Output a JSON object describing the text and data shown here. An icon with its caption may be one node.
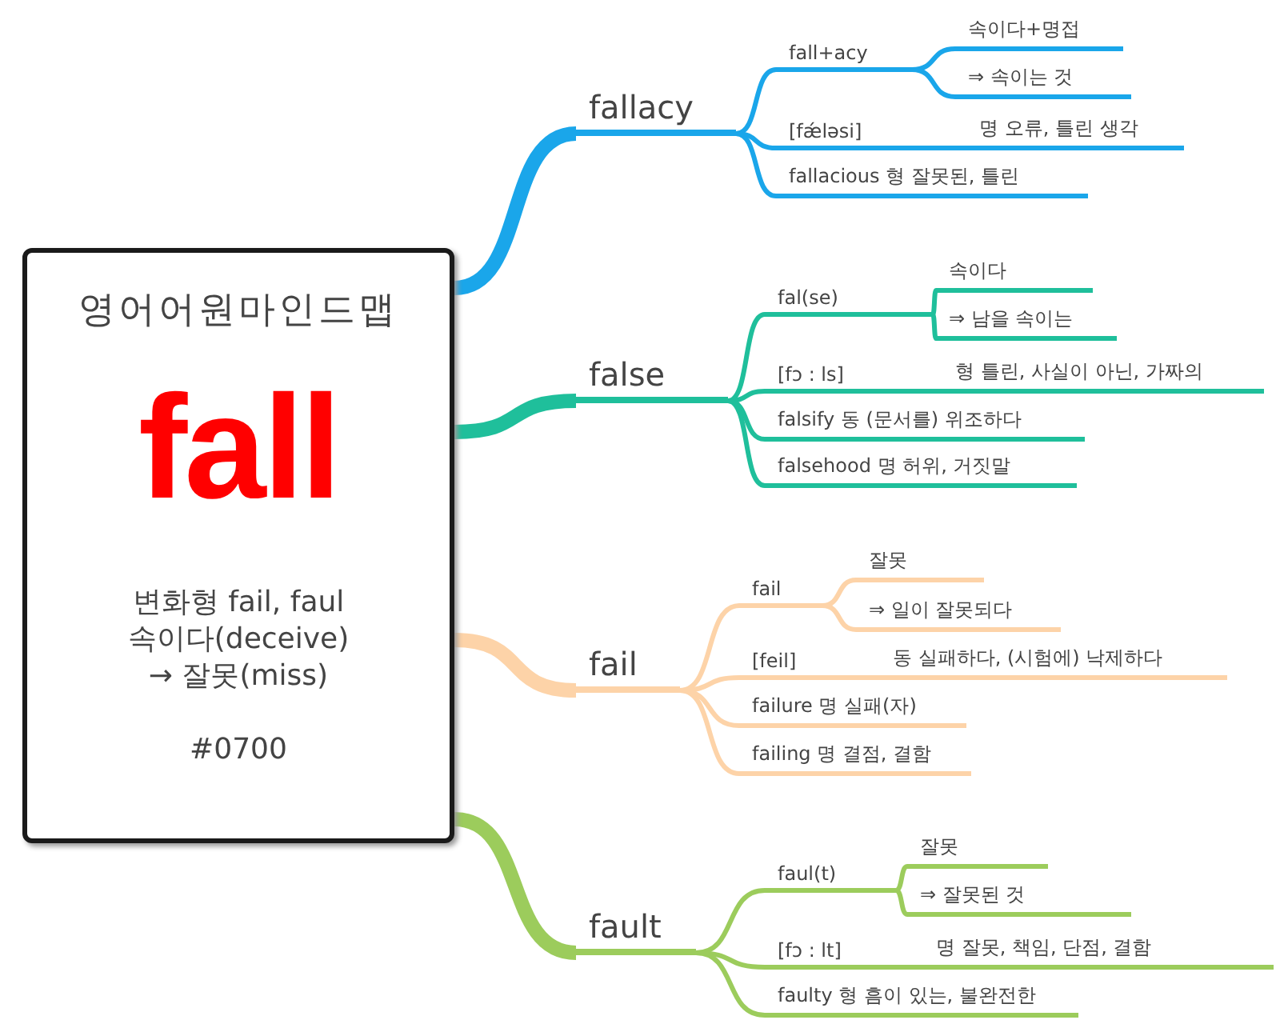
{
  "diagram": {
    "nodes": [
      {
        "text": [
          "영어어원마인드맵",
          "fall",
          "변화형 fail, faul 속이다(deceive) → 잘못(miss)",
          "#0700"
        ]
      },
      {
        "text": [
          "fallacy"
        ]
      },
      {
        "text": [
          "fall+acy"
        ]
      },
      {
        "text": [
          "속이다+명접"
        ]
      },
      {
        "text": [
          "⇒ 속이는 것"
        ]
      },
      {
        "text": [
          "[fǽləsi]",
          "명 오류, 틀린 생각"
        ]
      },
      {
        "text": [
          "fallacious 형 잘못된, 틀린"
        ]
      },
      {
        "text": [
          "false"
        ]
      },
      {
        "text": [
          "fal(se)"
        ]
      },
      {
        "text": [
          "속이다"
        ]
      },
      {
        "text": [
          "⇒ 남을 속이는"
        ]
      },
      {
        "text": [
          "[fɔ : ls]",
          "형 틀린, 사실이 아닌, 가짜의"
        ]
      },
      {
        "text": [
          "falsify 동 (문서를) 위조하다"
        ]
      },
      {
        "text": [
          "falsehood 명 허위, 거짓말"
        ]
      },
      {
        "text": [
          "fail"
        ]
      },
      {
        "text": [
          "fail"
        ]
      },
      {
        "text": [
          "잘못"
        ]
      },
      {
        "text": [
          "⇒ 일이 잘못되다"
        ]
      },
      {
        "text": [
          "[feil]",
          "동 실패하다, (시험에) 낙제하다"
        ]
      },
      {
        "text": [
          "failure 명 실패(자)"
        ]
      },
      {
        "text": [
          "failing 명 결점, 결함"
        ]
      },
      {
        "text": [
          "fault"
        ]
      },
      {
        "text": [
          "faul(t)"
        ]
      },
      {
        "text": [
          "잘못"
        ]
      },
      {
        "text": [
          "⇒ 잘못된 것"
        ]
      },
      {
        "text": [
          "[fɔ : lt]",
          "명 잘못, 책임, 단점, 결함"
        ]
      },
      {
        "text": [
          "faulty 형 흠이 있는, 불완전한"
        ]
      }
    ],
    "edges": [
      {
        "from": 0,
        "to": 1,
        "arrow": "none",
        "style": "thick",
        "color": "#1aa6ea"
      },
      {
        "from": 1,
        "to": 2,
        "arrow": "none",
        "color": "#1aa6ea"
      },
      {
        "from": 2,
        "to": 3,
        "arrow": "none",
        "color": "#1aa6ea"
      },
      {
        "from": 2,
        "to": 4,
        "arrow": "none",
        "color": "#1aa6ea"
      },
      {
        "from": 1,
        "to": 5,
        "arrow": "none",
        "color": "#1aa6ea"
      },
      {
        "from": 1,
        "to": 6,
        "arrow": "none",
        "color": "#1aa6ea"
      },
      {
        "from": 0,
        "to": 7,
        "arrow": "none",
        "style": "thick",
        "color": "#1fbf9b"
      },
      {
        "from": 7,
        "to": 8,
        "arrow": "none",
        "color": "#1fbf9b"
      },
      {
        "from": 8,
        "to": 9,
        "arrow": "none",
        "color": "#1fbf9b"
      },
      {
        "from": 8,
        "to": 10,
        "arrow": "none",
        "color": "#1fbf9b"
      },
      {
        "from": 7,
        "to": 11,
        "arrow": "none",
        "color": "#1fbf9b"
      },
      {
        "from": 7,
        "to": 12,
        "arrow": "none",
        "color": "#1fbf9b"
      },
      {
        "from": 7,
        "to": 13,
        "arrow": "none",
        "color": "#1fbf9b"
      },
      {
        "from": 0,
        "to": 14,
        "arrow": "none",
        "style": "thick",
        "color": "#fdd3a8"
      },
      {
        "from": 14,
        "to": 15,
        "arrow": "none",
        "color": "#fdd3a8"
      },
      {
        "from": 15,
        "to": 16,
        "arrow": "none",
        "color": "#fdd3a8"
      },
      {
        "from": 15,
        "to": 17,
        "arrow": "none",
        "color": "#fdd3a8"
      },
      {
        "from": 14,
        "to": 18,
        "arrow": "none",
        "color": "#fdd3a8"
      },
      {
        "from": 14,
        "to": 19,
        "arrow": "none",
        "color": "#fdd3a8"
      },
      {
        "from": 14,
        "to": 20,
        "arrow": "none",
        "color": "#fdd3a8"
      },
      {
        "from": 0,
        "to": 21,
        "arrow": "none",
        "style": "thick",
        "color": "#9ccc5c"
      },
      {
        "from": 21,
        "to": 22,
        "arrow": "none",
        "color": "#9ccc5c"
      },
      {
        "from": 22,
        "to": 23,
        "arrow": "none",
        "color": "#9ccc5c"
      },
      {
        "from": 22,
        "to": 24,
        "arrow": "none",
        "color": "#9ccc5c"
      },
      {
        "from": 21,
        "to": 25,
        "arrow": "none",
        "color": "#9ccc5c"
      },
      {
        "from": 21,
        "to": 26,
        "arrow": "none",
        "color": "#9ccc5c"
      }
    ]
  }
}
